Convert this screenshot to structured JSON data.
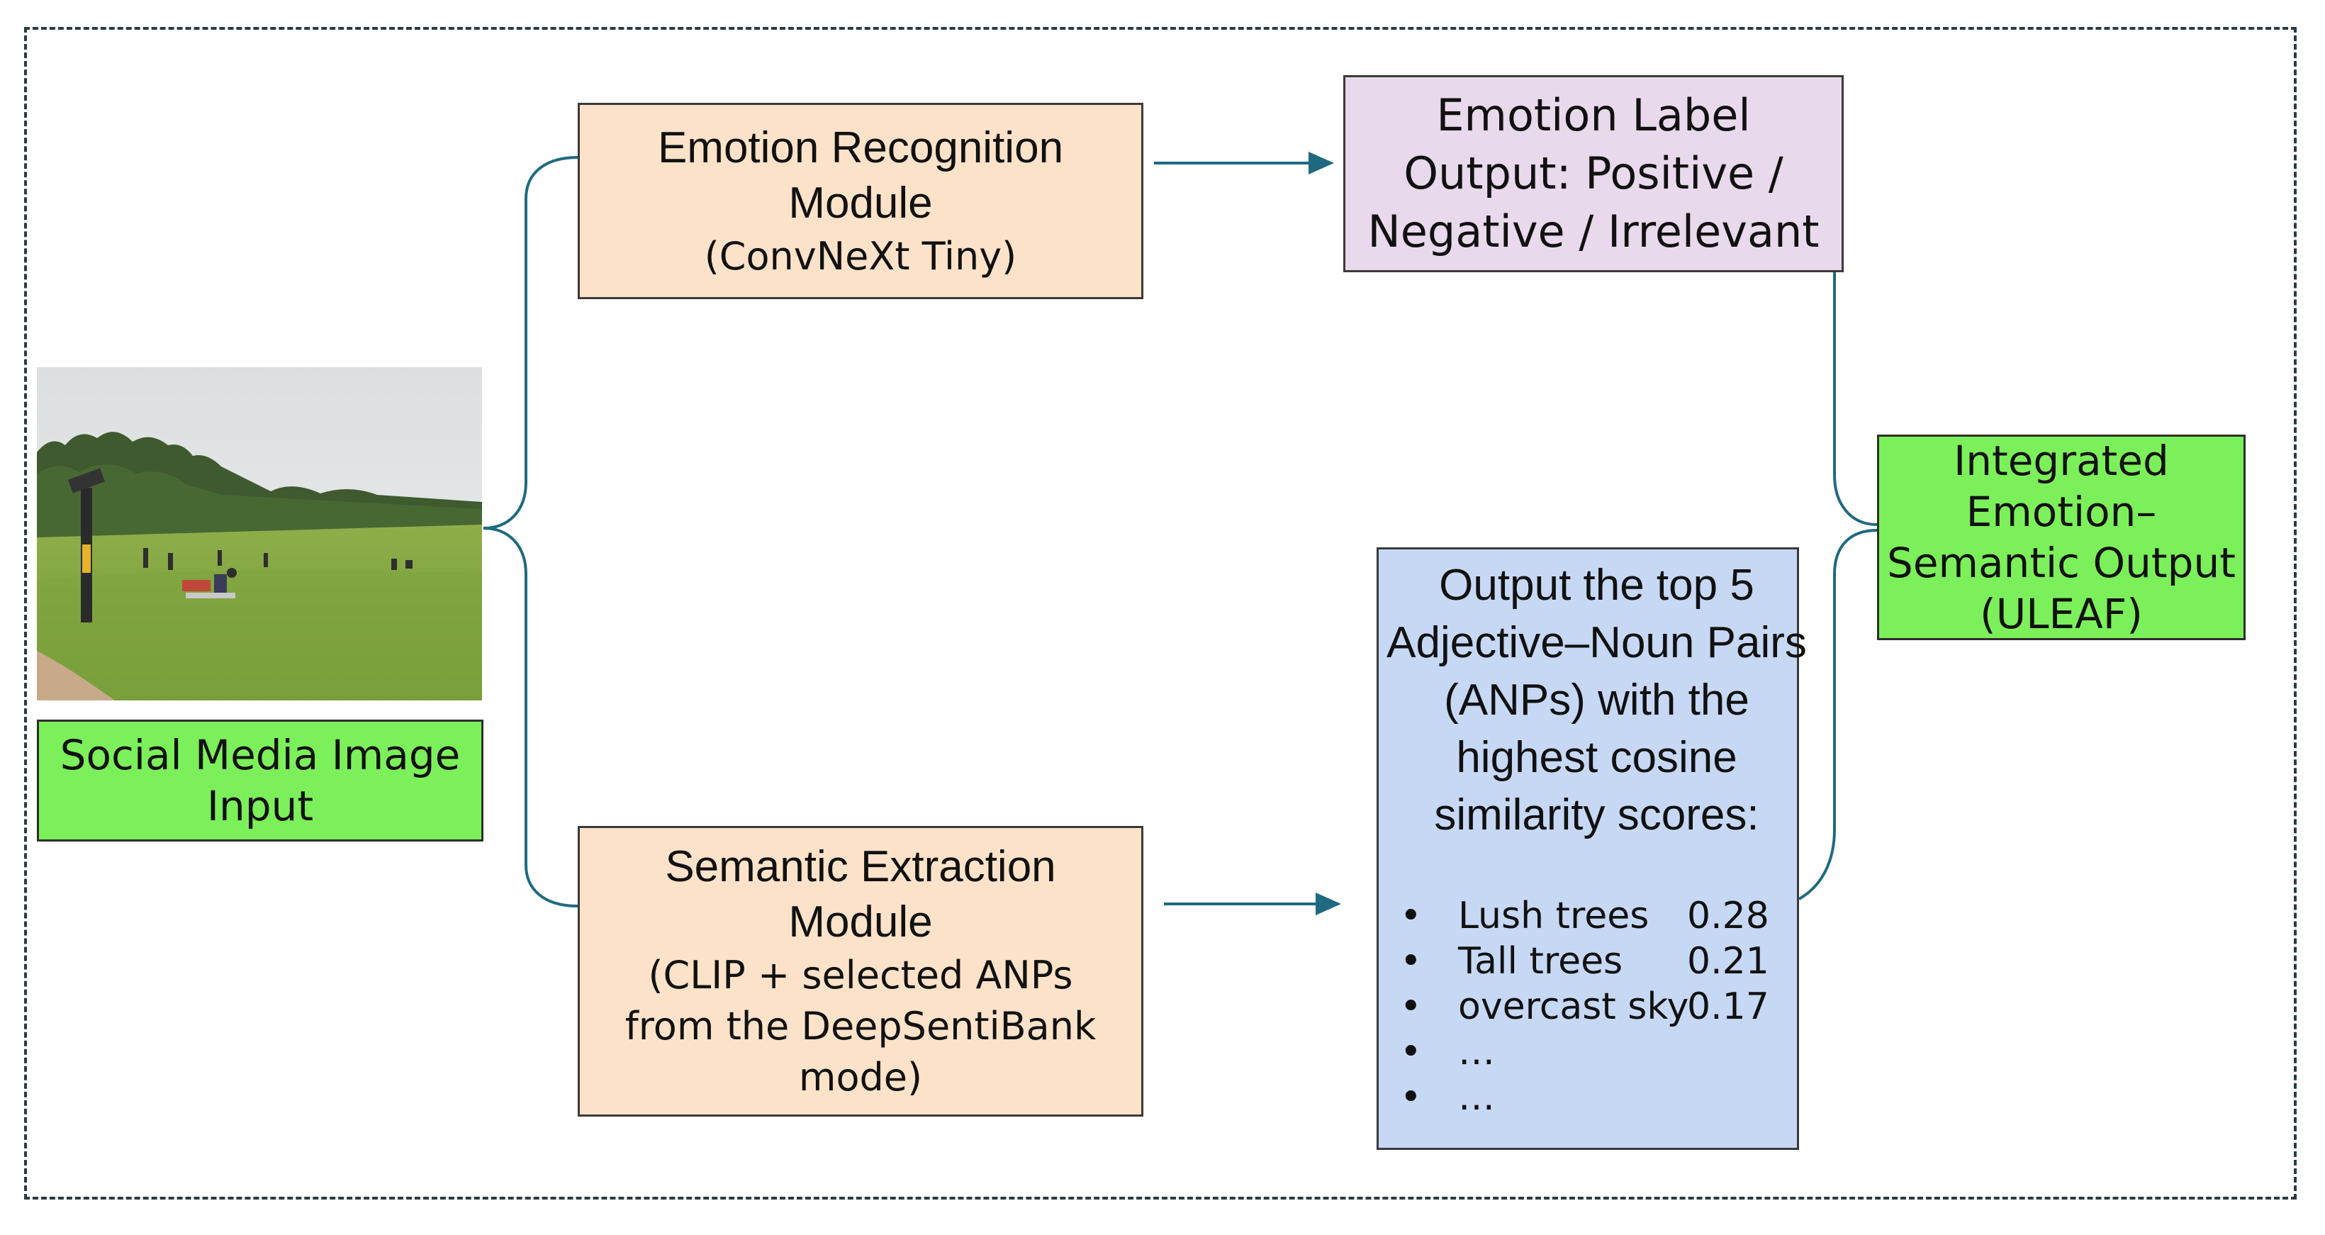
{
  "modules": {
    "emotion_recognition": {
      "title": "Emotion Recognition Module",
      "subtitle": "(ConvNeXt Tiny)"
    },
    "semantic_extraction": {
      "title": "Semantic Extraction Module",
      "subtitle": "(CLIP + selected ANPs from the DeepSentiBank mode)"
    }
  },
  "input": {
    "label": "Social Media Image Input"
  },
  "emotion_output": {
    "label": "Emotion Label Output: Positive / Negative / Irrelevant"
  },
  "anp_output": {
    "intro": "Output the top 5 Adjective–Noun Pairs (ANPs) with the highest cosine similarity scores:",
    "items": [
      {
        "bullet": "•",
        "name": "Lush trees",
        "score": "0.28"
      },
      {
        "bullet": "•",
        "name": "Tall trees",
        "score": "0.21"
      },
      {
        "bullet": "•",
        "name": "overcast sky",
        "score": "0.17"
      },
      {
        "bullet": "•",
        "name": "…",
        "score": ""
      },
      {
        "bullet": "•",
        "name": "…",
        "score": ""
      }
    ]
  },
  "integrated_output": {
    "label": "Integrated Emotion–Semantic Output (ULEAF)"
  },
  "colors": {
    "module_fill": "#fbe2c8",
    "emotion_output_fill": "#e9d9ec",
    "anp_fill": "#c6d8f4",
    "green_fill": "#7cf05a",
    "connector": "#1f6a80",
    "frame": "#2b3b45"
  }
}
